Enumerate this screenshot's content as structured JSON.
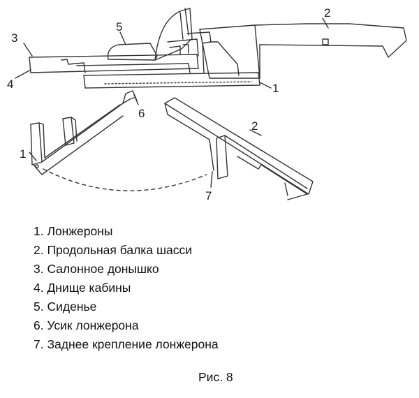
{
  "figure": {
    "callouts": [
      "1",
      "2",
      "3",
      "4",
      "5",
      "6",
      "7",
      "1",
      "2"
    ],
    "legend": [
      "1. Лонжероны",
      "2. Продольная балка шасси",
      "3. Салонное донышко",
      "4. Днище кабины",
      "5. Сиденье",
      "6. Усик лонжерона",
      "7. Заднее крепление лонжерона"
    ],
    "caption": "Рис. 8"
  }
}
